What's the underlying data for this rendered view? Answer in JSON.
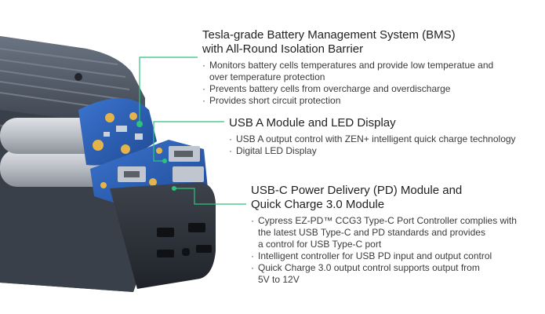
{
  "features": [
    {
      "title_lines": [
        "Tesla-grade Battery Management System (BMS)",
        "with All-Round Isolation Barrier"
      ],
      "bullets": [
        [
          "Monitors battery cells temperatures and provide low temperatue and",
          "over temperature protection"
        ],
        [
          "Prevents battery cells from overcharge and overdischarge"
        ],
        [
          "Provides short circuit protection"
        ]
      ]
    },
    {
      "title_lines": [
        "USB A Module and LED Display"
      ],
      "bullets": [
        [
          "USB A output control with ZEN+ intelligent quick charge technology"
        ],
        [
          "Digital LED Display"
        ]
      ]
    },
    {
      "title_lines": [
        "USB-C Power Delivery (PD) Module and",
        "Quick Charge 3.0 Module"
      ],
      "bullets": [
        [
          "Cypress EZ-PD™ CCG3 Type-C Port Controller complies with",
          "the latest USB Type-C and PD standards and provides",
          "a control for USB Type-C port"
        ],
        [
          "Intelligent controller for USB PD input and output control"
        ],
        [
          "Quick Charge 3.0 output control supports output from",
          "5V to 12V"
        ]
      ]
    }
  ],
  "colors": {
    "callout_line": "#2ec27e",
    "casing": "#4a5260",
    "pcb": "#2f62b8"
  },
  "icons": [
    "power-bank-cutaway-illustration"
  ]
}
